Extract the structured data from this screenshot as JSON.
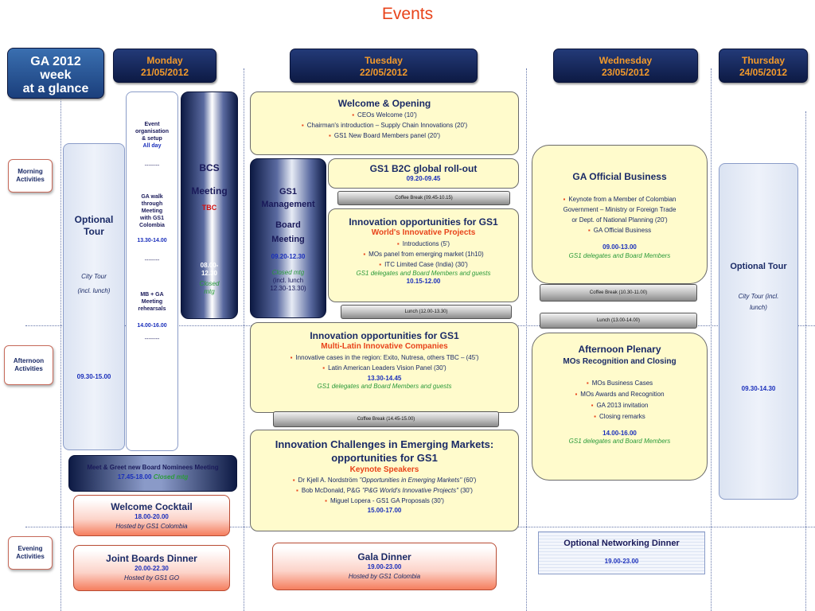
{
  "title": "Events",
  "week_box": {
    "line1": "GA 2012",
    "line2": "week",
    "line3": "at a glance"
  },
  "days": [
    {
      "name": "Monday",
      "date": "21/05/2012"
    },
    {
      "name": "Tuesday",
      "date": "22/05/2012"
    },
    {
      "name": "Wednesday",
      "date": "23/05/2012"
    },
    {
      "name": "Thursday",
      "date": "24/05/2012"
    }
  ],
  "sections": {
    "morning": "Morning Activities",
    "afternoon": "Afternoon Activities",
    "evening": "Evening Activities"
  },
  "optional_tour_mon": {
    "title1": "Optional",
    "title2": "Tour",
    "sub1": "City Tour",
    "sub2": "(incl. lunch)",
    "time": "09.30-15.00"
  },
  "monday_col": {
    "event_org1": "Event",
    "event_org2": "organisation",
    "event_org3": "& setup",
    "all_day": "All day",
    "dash1": "--------",
    "walk1": "GA walk",
    "walk2": "through",
    "walk3": "Meeting",
    "walk4": "with GS1",
    "walk5": "Colombia",
    "walk_time": "13.30-14.00",
    "dash2": "--------",
    "mb1": "MB + GA",
    "mb2": "Meeting",
    "mb3": "rehearsals",
    "mb_time": "14.00-16.00",
    "dash3": "--------"
  },
  "bcs": {
    "line1": "BCS",
    "line2": "Meeting",
    "tbc": "TBC",
    "time1": "08.00-",
    "time2": "12.30",
    "closed1": "Closed",
    "closed2": "mtg"
  },
  "gs1_mgmt": {
    "line1": "GS1",
    "line2": "Management",
    "line3": "Board",
    "line4": "Meeting",
    "time": "09.20-12.30",
    "closed": "Closed mtg",
    "lunch1": "(incl. lunch",
    "lunch2": "12.30-13.30)"
  },
  "welcome": {
    "title": "Welcome & Opening",
    "b1": "CEOs Welcome (10')",
    "b2": "Chairman's introduction – Supply Chain Innovations (20')",
    "b3": "GS1 New Board Members panel (20')"
  },
  "b2c": {
    "title": "GS1 B2C global roll-out",
    "time": "09.20-09.45"
  },
  "tue_coffee1": "Coffee Break (09.45-10.15)",
  "innov1": {
    "title": "Innovation opportunities for GS1",
    "sub": "World's Innovative Projects",
    "b1": "Introductions (5')",
    "b2": "MOs panel from emerging market (1h10)",
    "b3": "ITC Limited Case (India) (30')",
    "audience": "GS1 delegates and Board Members and guests",
    "time": "10.15-12.00"
  },
  "tue_lunch": "Lunch (12.00-13.30)",
  "innov2": {
    "title": "Innovation opportunities for GS1",
    "sub": "Multi-Latin Innovative Companies",
    "b1": "Innovative cases in the region: Exito, Nutresa, others TBC – (45')",
    "b2": "Latin American Leaders Vision Panel (30')",
    "time": "13.30-14.45",
    "audience": "GS1 delegates and Board Members and guests"
  },
  "tue_coffee2": "Coffee Break (14.45-15.00)",
  "challenges": {
    "title1": "Innovation Challenges in Emerging Markets:",
    "title2": "opportunities for GS1",
    "sub": "Keynote Speakers",
    "b1a": "Dr Kjell A. Nordström ",
    "b1b": "\"Opportunities in Emerging Markets\"",
    "b1c": " (60')",
    "b2a": "Bob McDonald, P&G ",
    "b2b": "\"P&G World's Innovative Projects\"",
    "b2c": " (30')",
    "b3": "Miguel Lopera - GS1 GA Proposals (30')",
    "time": "15.00-17.00"
  },
  "ga_official": {
    "title": "GA Official Business",
    "b1a": "Keynote from a Member of Colombian",
    "b1b": "Government – Ministry or Foreign Trade",
    "b1c": "or Dept. of National Planning (20')",
    "b2": "GA Official Business",
    "time": "09.00-13.00",
    "audience": "GS1 delegates and Board Members"
  },
  "wed_coffee": "Coffee Break (10.30-11.00)",
  "wed_lunch": "Lunch (13.00-14.00)",
  "plenary": {
    "title1": "Afternoon Plenary",
    "title2": "MOs Recognition and Closing",
    "b1": "MOs Business Cases",
    "b2": "MOs Awards and Recognition",
    "b3": "GA 2013 invitation",
    "b4": "Closing remarks",
    "time": "14.00-16.00",
    "audience": "GS1 delegates and Board Members"
  },
  "thu_tour": {
    "title": "Optional Tour",
    "sub1": "City Tour (incl.",
    "sub2": "lunch)",
    "time": "09.30-14.30"
  },
  "meet_greet": {
    "title": "Meet & Greet new Board Nominees Meeting",
    "time": "17.45-18.00",
    "closed": "Closed mtg"
  },
  "cocktail": {
    "title": "Welcome Cocktail",
    "time": "18.00-20.00",
    "host": "Hosted by GS1 Colombia"
  },
  "joint_dinner": {
    "title": "Joint Boards Dinner",
    "time": "20.00-22.30",
    "host": "Hosted by GS1 GO"
  },
  "gala": {
    "title": "Gala Dinner",
    "time": "19.00-23.00",
    "host": "Hosted by GS1 Colombia"
  },
  "networking": {
    "title": "Optional Networking Dinner",
    "time": "19.00-23.00"
  }
}
